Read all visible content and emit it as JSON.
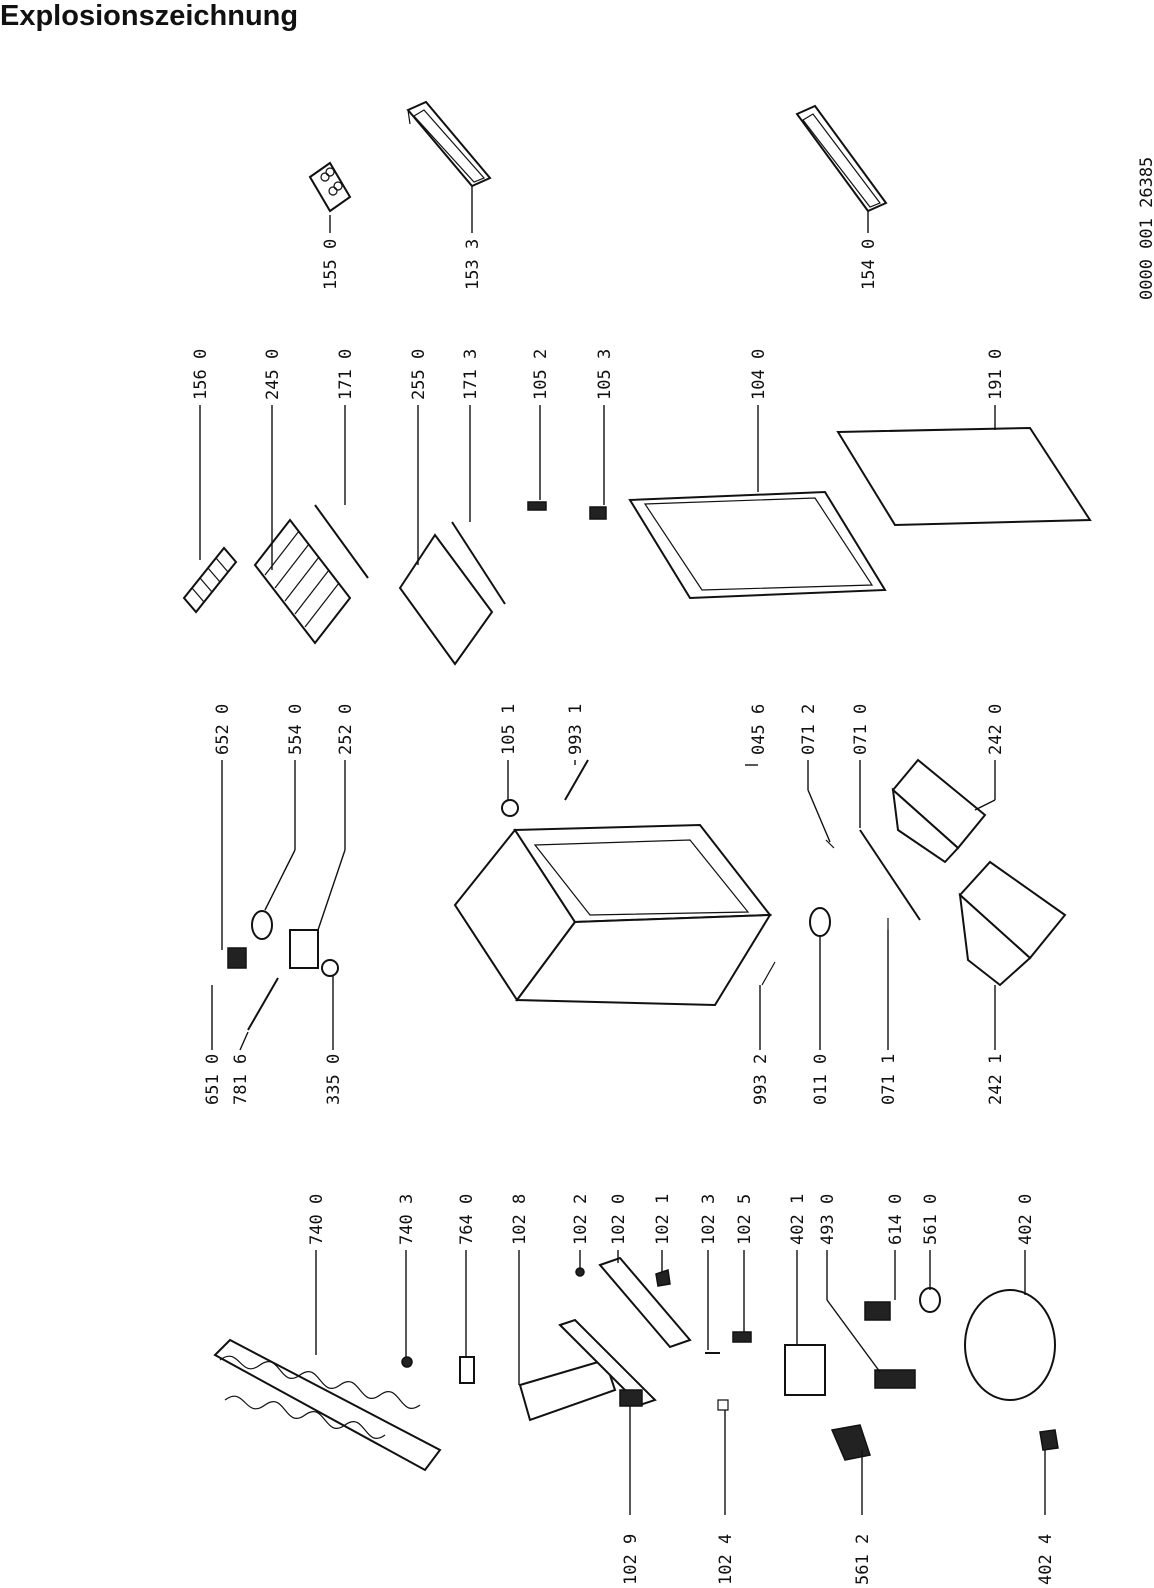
{
  "title": "Explosionszeichnung",
  "doc_number": "0000 001 26385",
  "labels": {
    "p1550": "155 0",
    "p1533": "153 3",
    "p1540": "154 0",
    "p1560": "156 0",
    "p2450": "245 0",
    "p1710": "171 0",
    "p2550": "255 0",
    "p1713": "171 3",
    "p1052": "105 2",
    "p1053": "105 3",
    "p1040": "104 0",
    "p1910": "191 0",
    "p6520": "652 0",
    "p5540": "554 0",
    "p2520": "252 0",
    "p1051": "105 1",
    "p9931": "993 1",
    "p0456": "045 6",
    "p0712": "071 2",
    "p0710": "071 0",
    "p2420": "242 0",
    "p6510": "651 0",
    "p7816": "781 6",
    "p3350": "335 0",
    "p9932": "993 2",
    "p0110": "011 0",
    "p0711": "071 1",
    "p2421": "242 1",
    "p7400": "740 0",
    "p7403": "740 3",
    "p7640": "764 0",
    "p1028": "102 8",
    "p1022": "102 2",
    "p1020": "102 0",
    "p1021": "102 1",
    "p1023": "102 3",
    "p1025": "102 5",
    "p4021": "402 1",
    "p4930": "493 0",
    "p6140": "614 0",
    "p5610": "561 0",
    "p4020": "402 0",
    "p1029": "102 9",
    "p1024": "102 4",
    "p5612": "561 2",
    "p4024": "402 4"
  }
}
